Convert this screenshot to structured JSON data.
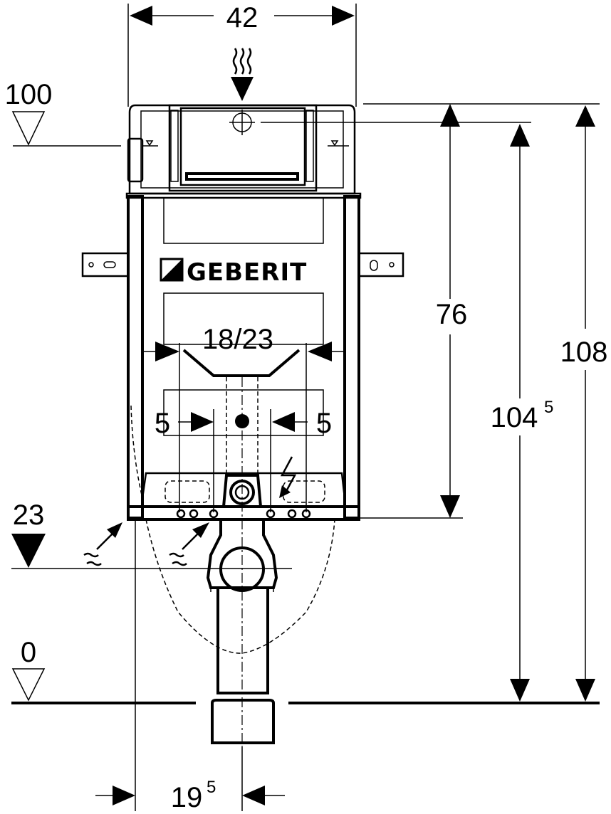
{
  "logo": {
    "text": "GEBERIT"
  },
  "dimensions": {
    "top_width": "42",
    "frame_height": "76",
    "height_to_cistern": "104",
    "height_to_cistern_sup": "5",
    "total_height": "108",
    "bracket_width": "18/23",
    "offset_left": "5",
    "offset_right": "5",
    "bottom_offset": "19",
    "bottom_offset_sup": "5"
  },
  "levels": {
    "top": "100",
    "mid": "23",
    "floor": "0"
  }
}
